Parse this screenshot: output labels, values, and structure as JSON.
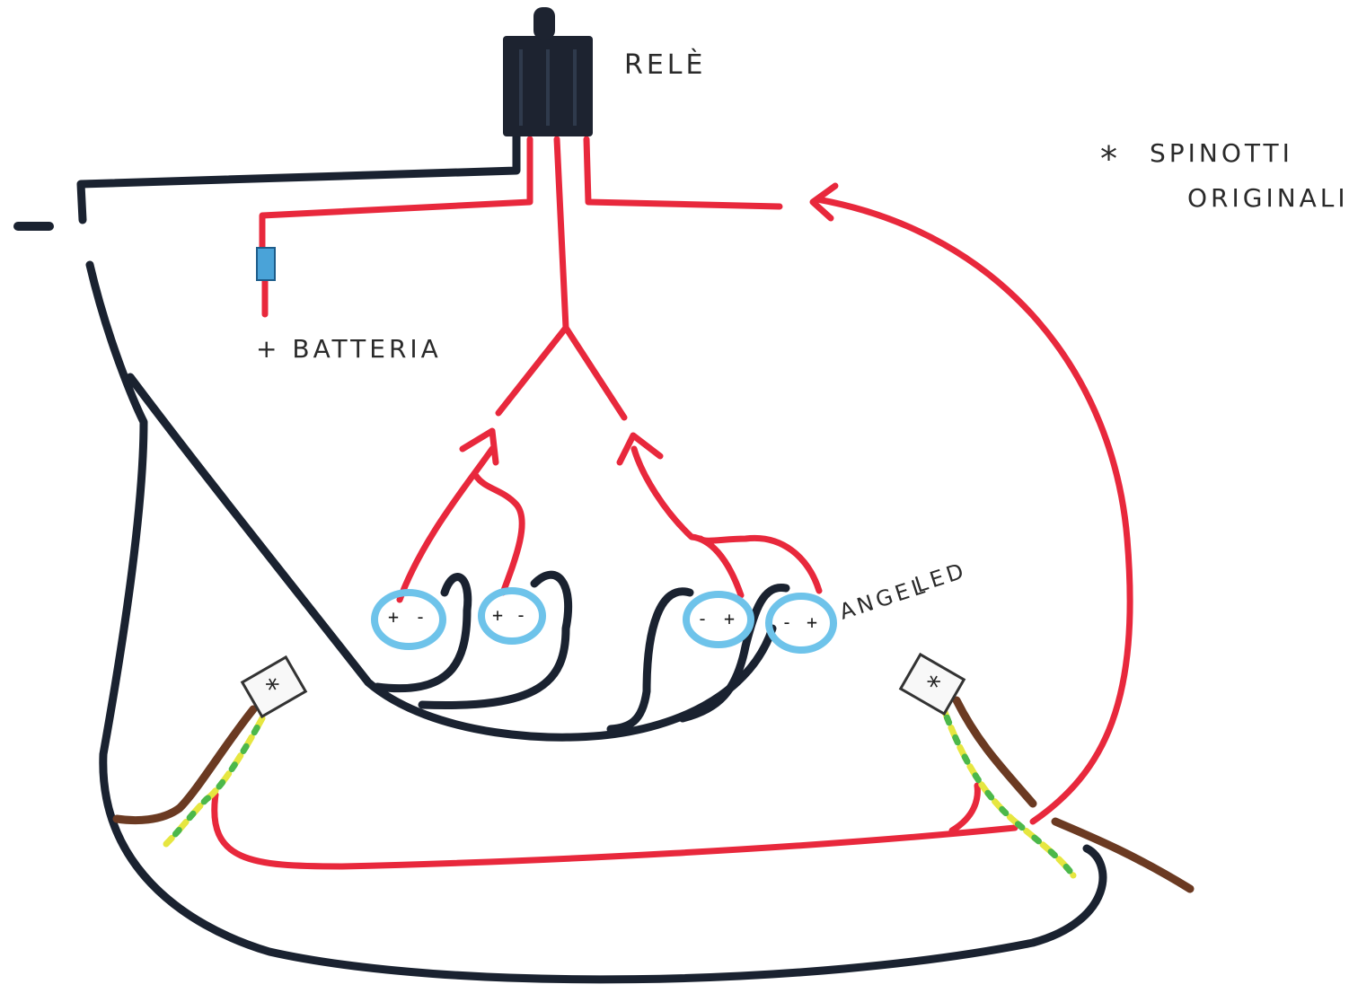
{
  "labels": {
    "relay": "RELÈ",
    "negative": "-",
    "battery": "+ BATTERIA",
    "angel_led_1": "ANGEL",
    "angel_led_2": "LED",
    "legend_symbol": "*",
    "legend_1": "SPINOTTI",
    "legend_2": "ORIGINALI"
  },
  "connectors": [
    {
      "symbol": "*"
    },
    {
      "symbol": "*"
    }
  ],
  "leds": [
    {
      "left": "+",
      "right": "-"
    },
    {
      "left": "+",
      "right": "-"
    },
    {
      "left": "-",
      "right": "+"
    },
    {
      "left": "-",
      "right": "+"
    }
  ],
  "colors": {
    "positive_wire": "#e8283c",
    "ground_wire": "#1a2230",
    "brown_wire": "#6b3a22",
    "yellow_green_wire": "#e6e640",
    "led_ring": "#6ec3ea",
    "fuse": "#4aa3d8",
    "relay": "#1d2330"
  }
}
